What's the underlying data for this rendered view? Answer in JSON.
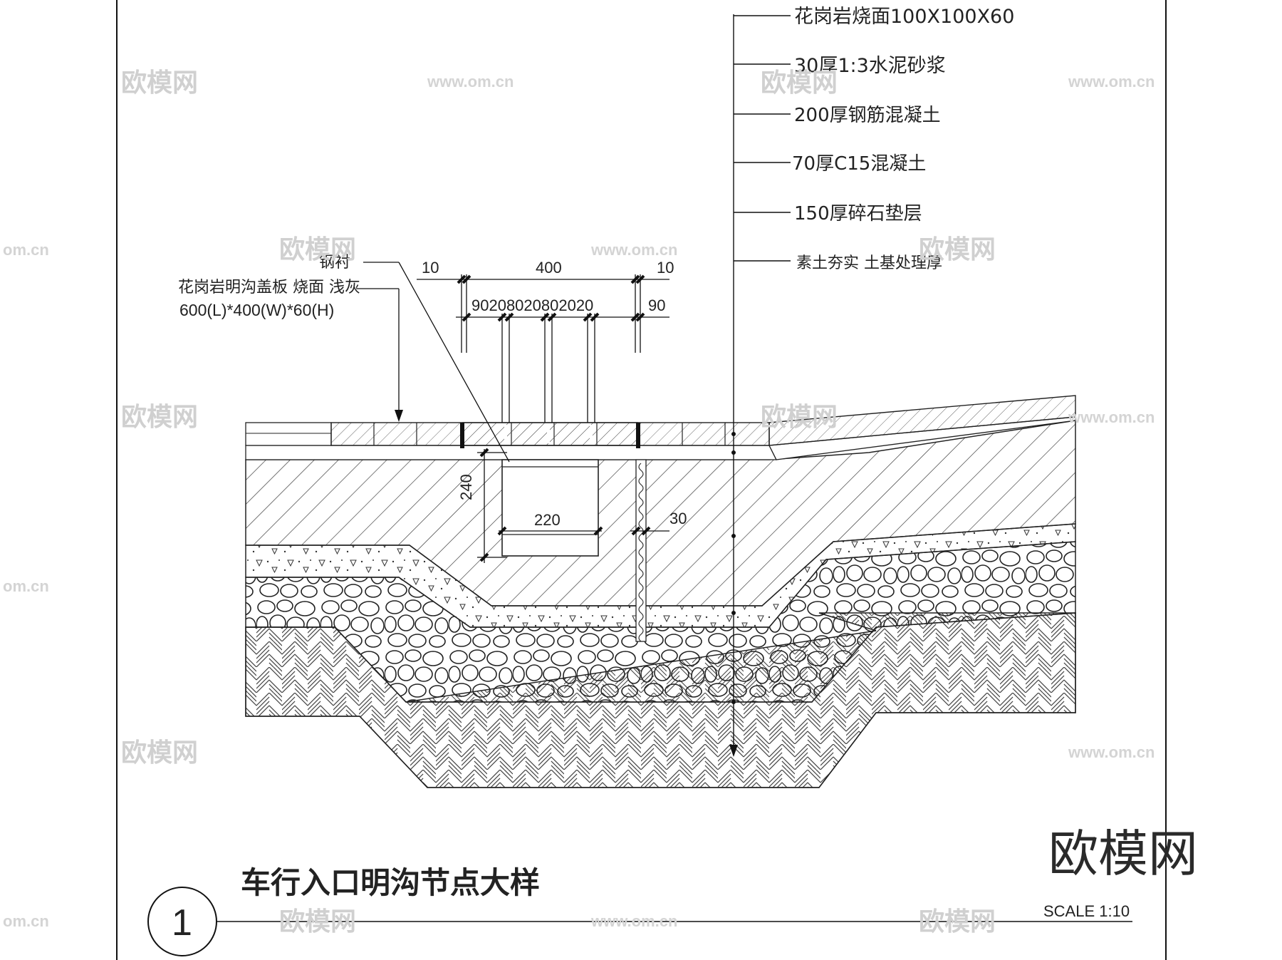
{
  "drawing": {
    "title": "车行入口明沟节点大样",
    "detail_number": "1",
    "scale": "SCALE  1:10"
  },
  "layer_callouts": [
    "花岗岩烧面100X100X60",
    "30厚1:3水泥砂浆",
    "200厚钢筋混凝土",
    "70厚C15混凝土",
    "150厚碎石垫层",
    "素土夯实 土基处理厚"
  ],
  "cover_callout": {
    "liner": "钢衬",
    "cover_line1": "花岗岩明沟盖板 烧面 浅灰",
    "cover_line2": "600(L)*400(W)*60(H)"
  },
  "dimensions": {
    "top_left": "10",
    "top_mid": "400",
    "top_right": "10",
    "row2": "90208020802020",
    "row2_right": "90",
    "trench_height": "240",
    "trench_width": "220",
    "joint_width": "30"
  },
  "watermark": {
    "brand": "欧模网",
    "url": "www.om.cn",
    "url_short": "om.cn"
  }
}
